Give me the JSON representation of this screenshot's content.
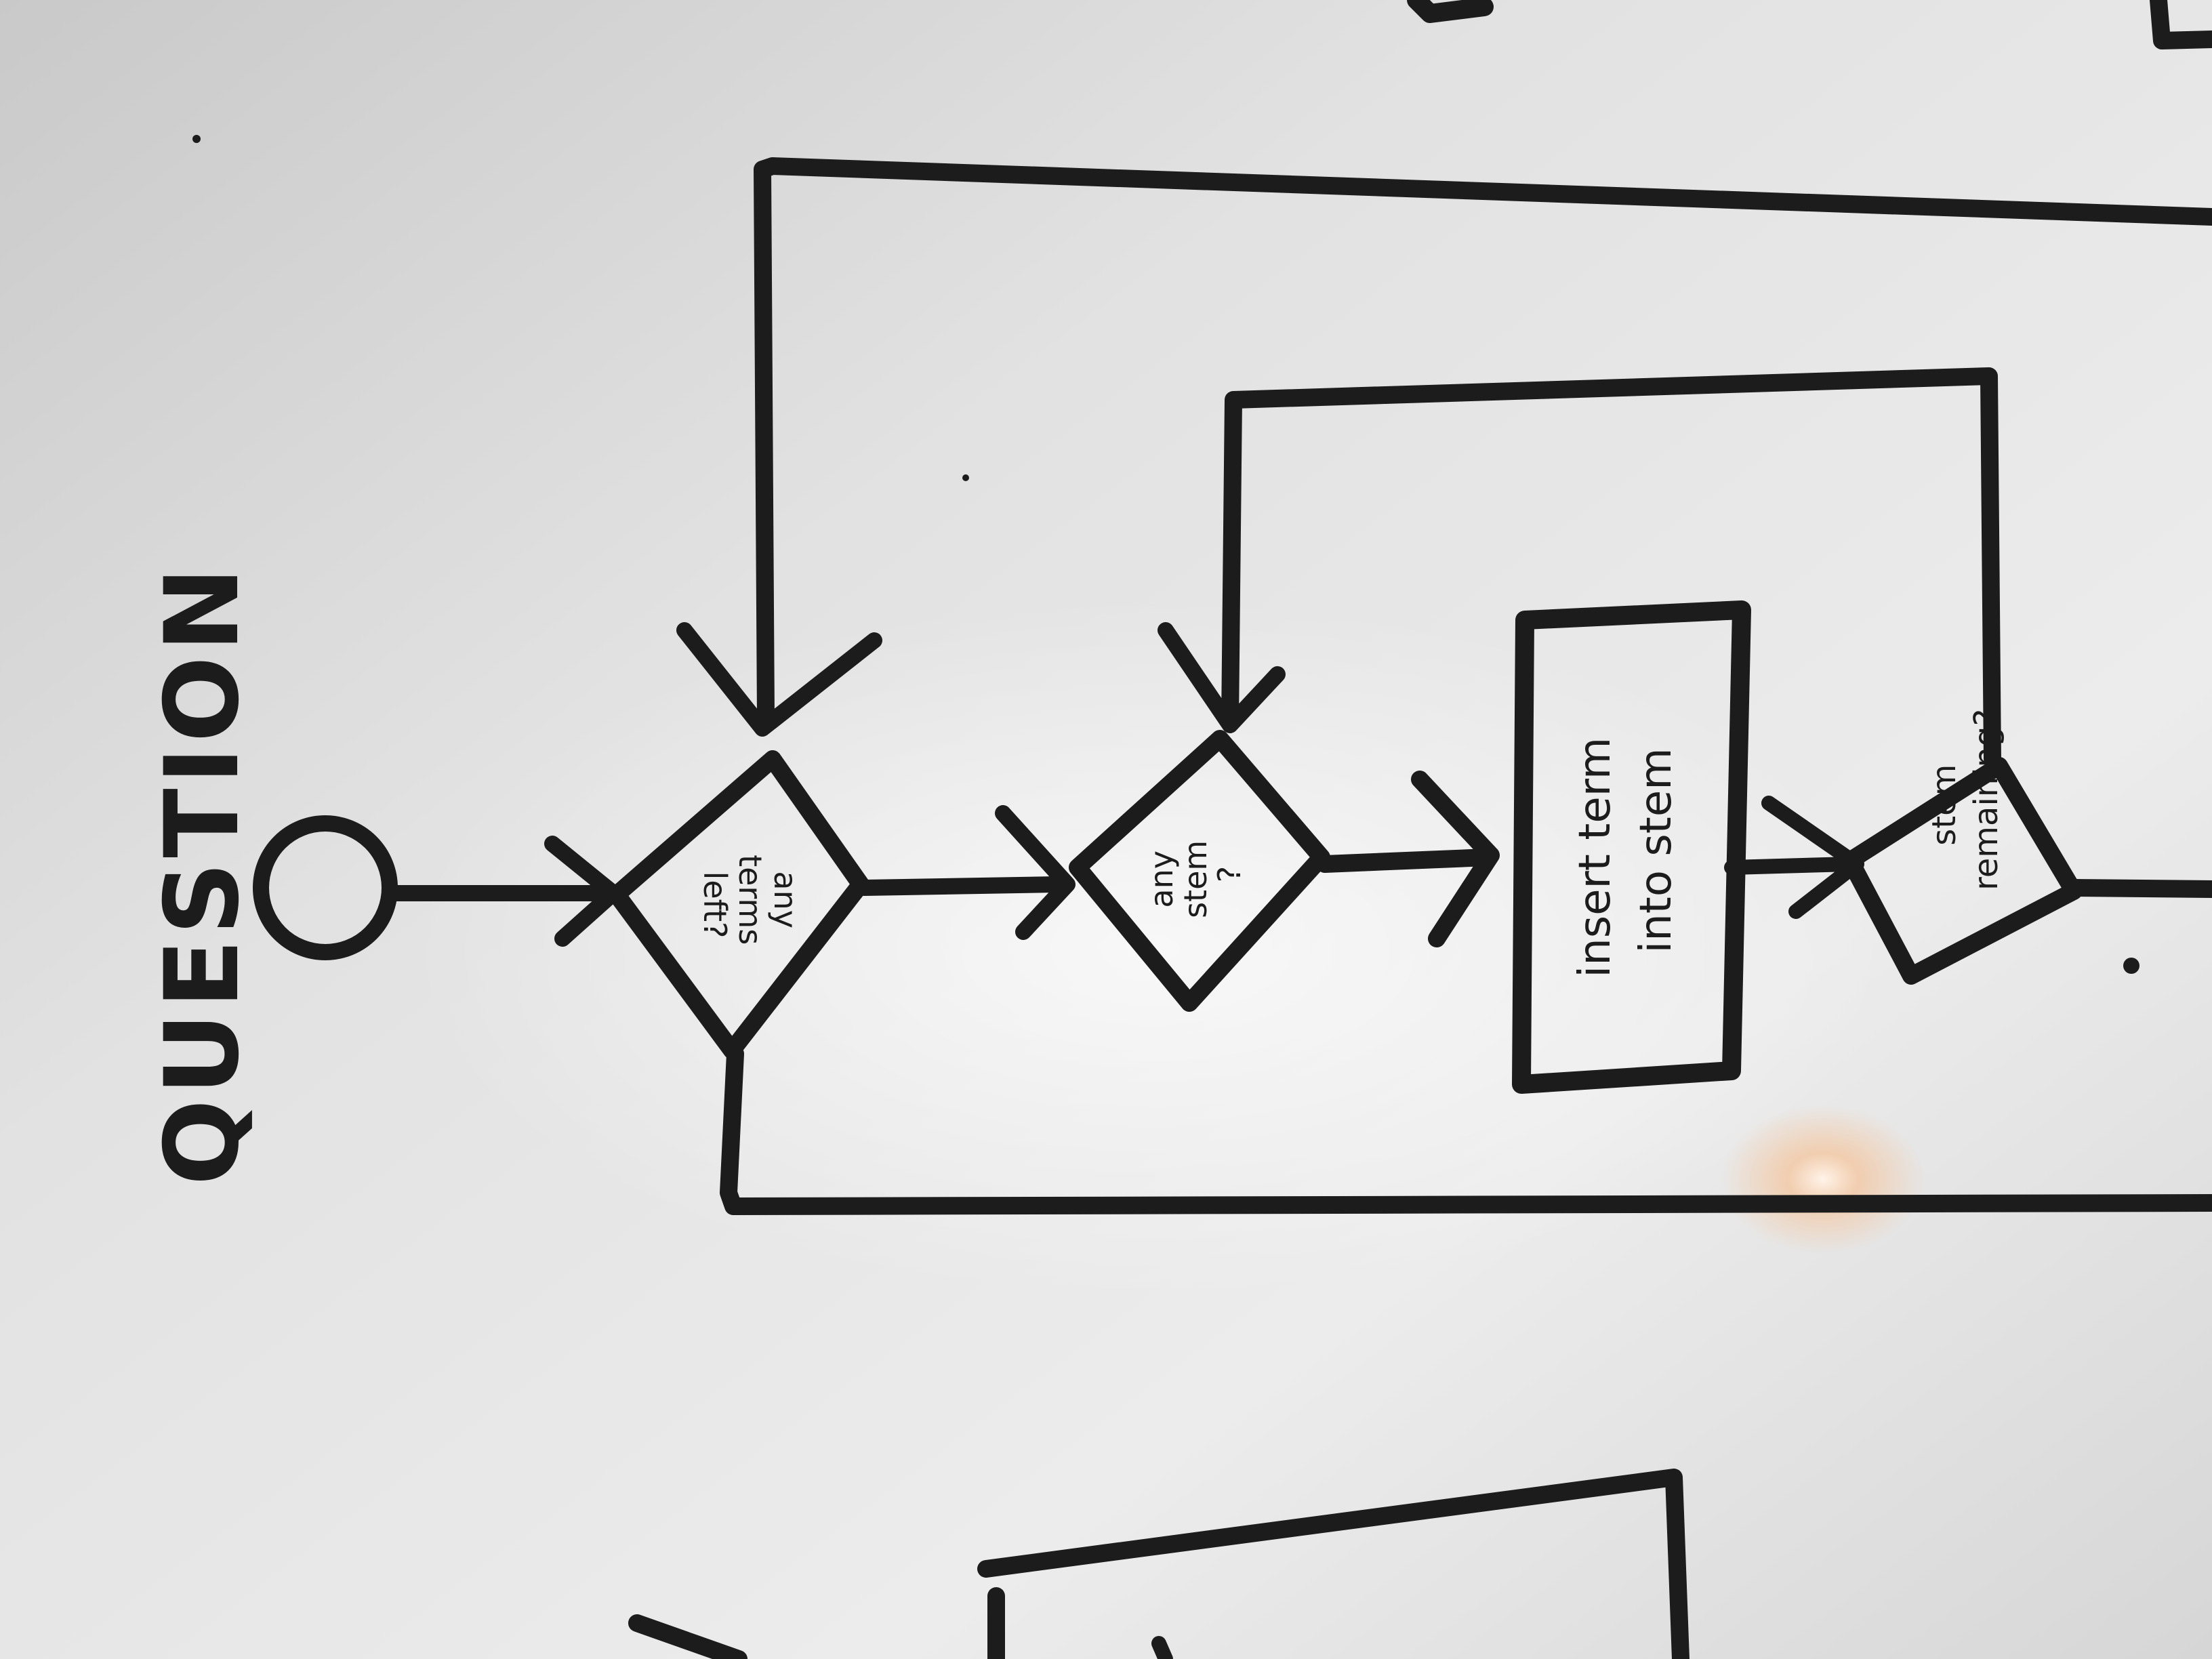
{
  "diagram": {
    "start_label": "QUESTION",
    "decisions": [
      {
        "id": "d1",
        "label": [
          "any",
          "terms",
          "left?"
        ]
      },
      {
        "id": "d2",
        "label": [
          "any",
          "stem",
          "?"
        ]
      },
      {
        "id": "d3",
        "label": [
          "stem",
          "remaining?"
        ]
      }
    ],
    "process": {
      "id": "p1",
      "label": [
        "insert term",
        "into stem"
      ]
    },
    "colors": {
      "board": "#e8e8e8",
      "marker": "#1c1c1c",
      "glare": "#f3c9a6"
    }
  }
}
